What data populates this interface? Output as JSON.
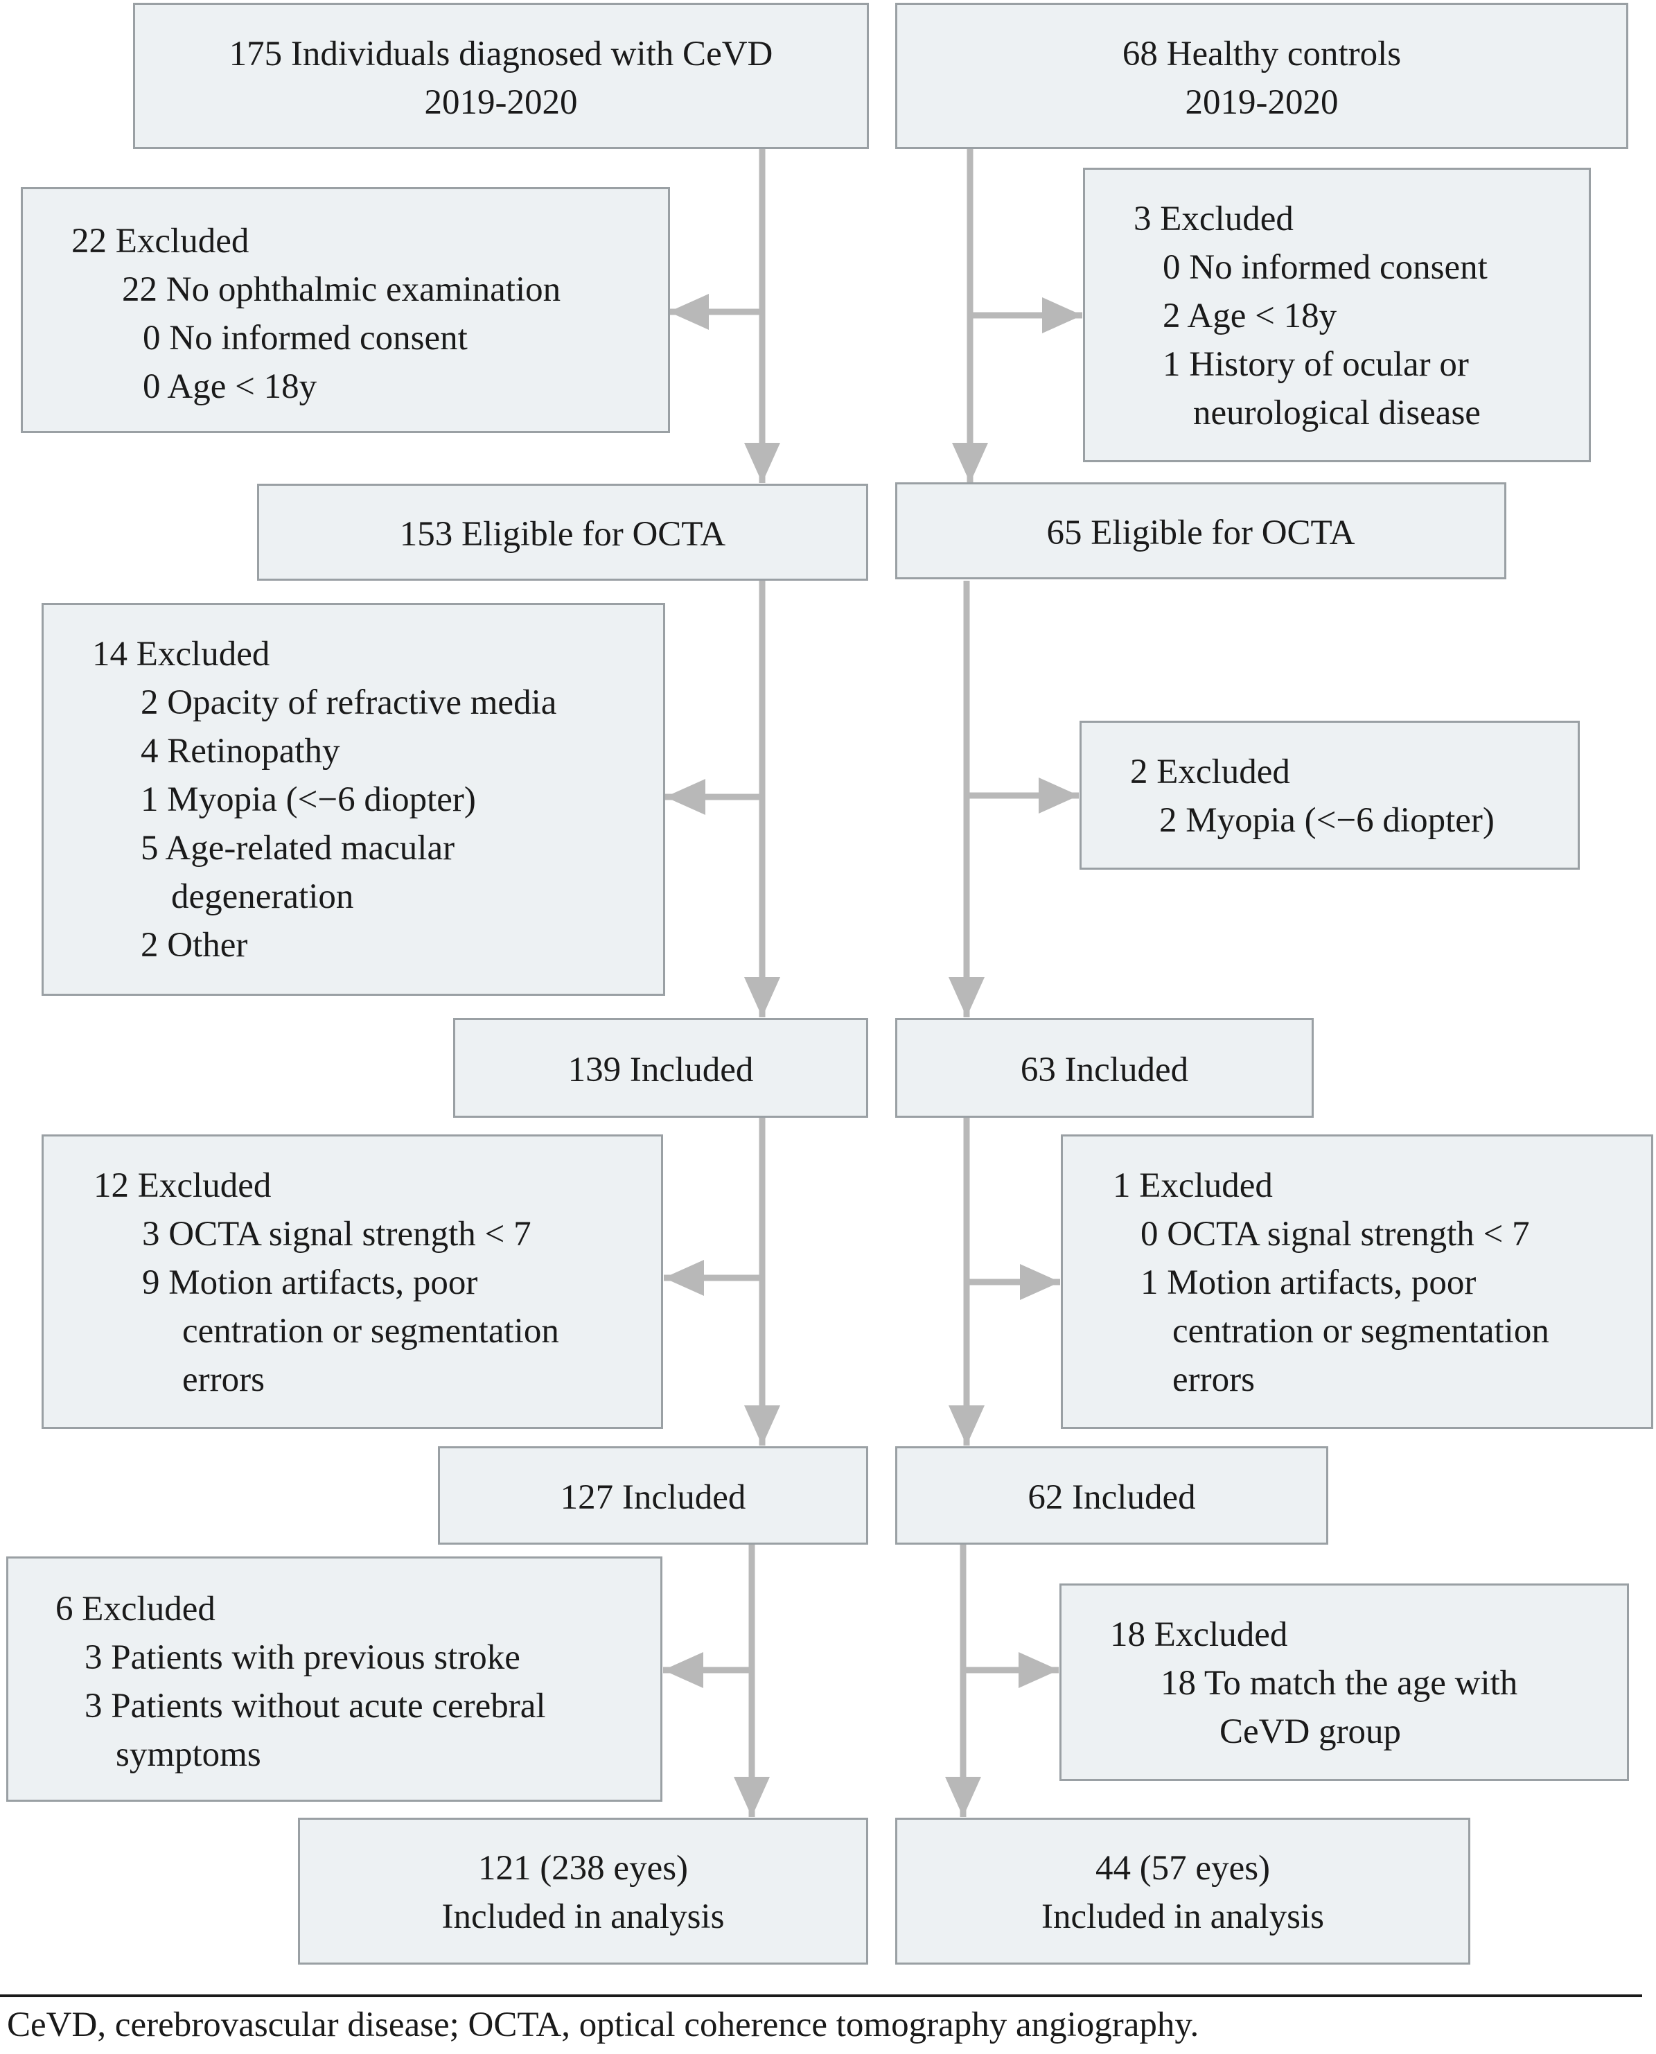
{
  "cevd": {
    "start": {
      "line1": "175 Individuals diagnosed with CeVD",
      "line2": "2019-2020"
    },
    "excl1": {
      "title": "22 Excluded",
      "items": [
        "22 No ophthalmic examination",
        "0 No informed consent",
        "0 Age < 18y"
      ]
    },
    "eligible": "153 Eligible for OCTA",
    "excl2": {
      "title": "14 Excluded",
      "items": [
        "2 Opacity of refractive media",
        "4 Retinopathy",
        "1 Myopia  (<−6 diopter)",
        "5 Age-related macular",
        "degeneration",
        "2 Other"
      ]
    },
    "included1": "139 Included",
    "excl3": {
      "title": "12 Excluded",
      "items": [
        "3 OCTA signal strength < 7",
        "9 Motion artifacts, poor",
        "centration or segmentation",
        "errors"
      ]
    },
    "included2": "127 Included",
    "excl4": {
      "title": "6 Excluded",
      "items": [
        "3 Patients with previous stroke",
        "3 Patients without acute cerebral",
        "symptoms"
      ]
    },
    "final": {
      "line1": "121 (238 eyes)",
      "line2": "Included in analysis"
    }
  },
  "controls": {
    "start": {
      "line1": "68 Healthy controls",
      "line2": "2019-2020"
    },
    "excl1": {
      "title": "3 Excluded",
      "items": [
        "0 No informed consent",
        "2 Age < 18y",
        "1 History of ocular or",
        "neurological disease"
      ]
    },
    "eligible": "65 Eligible for OCTA",
    "excl2": {
      "title": "2 Excluded",
      "items": [
        "2 Myopia (<−6 diopter)"
      ]
    },
    "included1": "63 Included",
    "excl3": {
      "title": "1 Excluded",
      "items": [
        "0 OCTA signal strength < 7",
        "1 Motion artifacts, poor",
        "centration or segmentation",
        "errors"
      ]
    },
    "included2": "62 Included",
    "excl4": {
      "title": "18 Excluded",
      "items": [
        "18 To match the age with",
        "CeVD group"
      ]
    },
    "final": {
      "line1": "44 (57 eyes)",
      "line2": "Included in analysis"
    }
  },
  "footnote": "CeVD, cerebrovascular disease; OCTA, optical coherence tomography angiography.",
  "colors": {
    "box_fill": "#edf1f3",
    "box_border": "#9aa0a4",
    "arrow": "#b8b8b8",
    "text": "#1a1a1a"
  }
}
